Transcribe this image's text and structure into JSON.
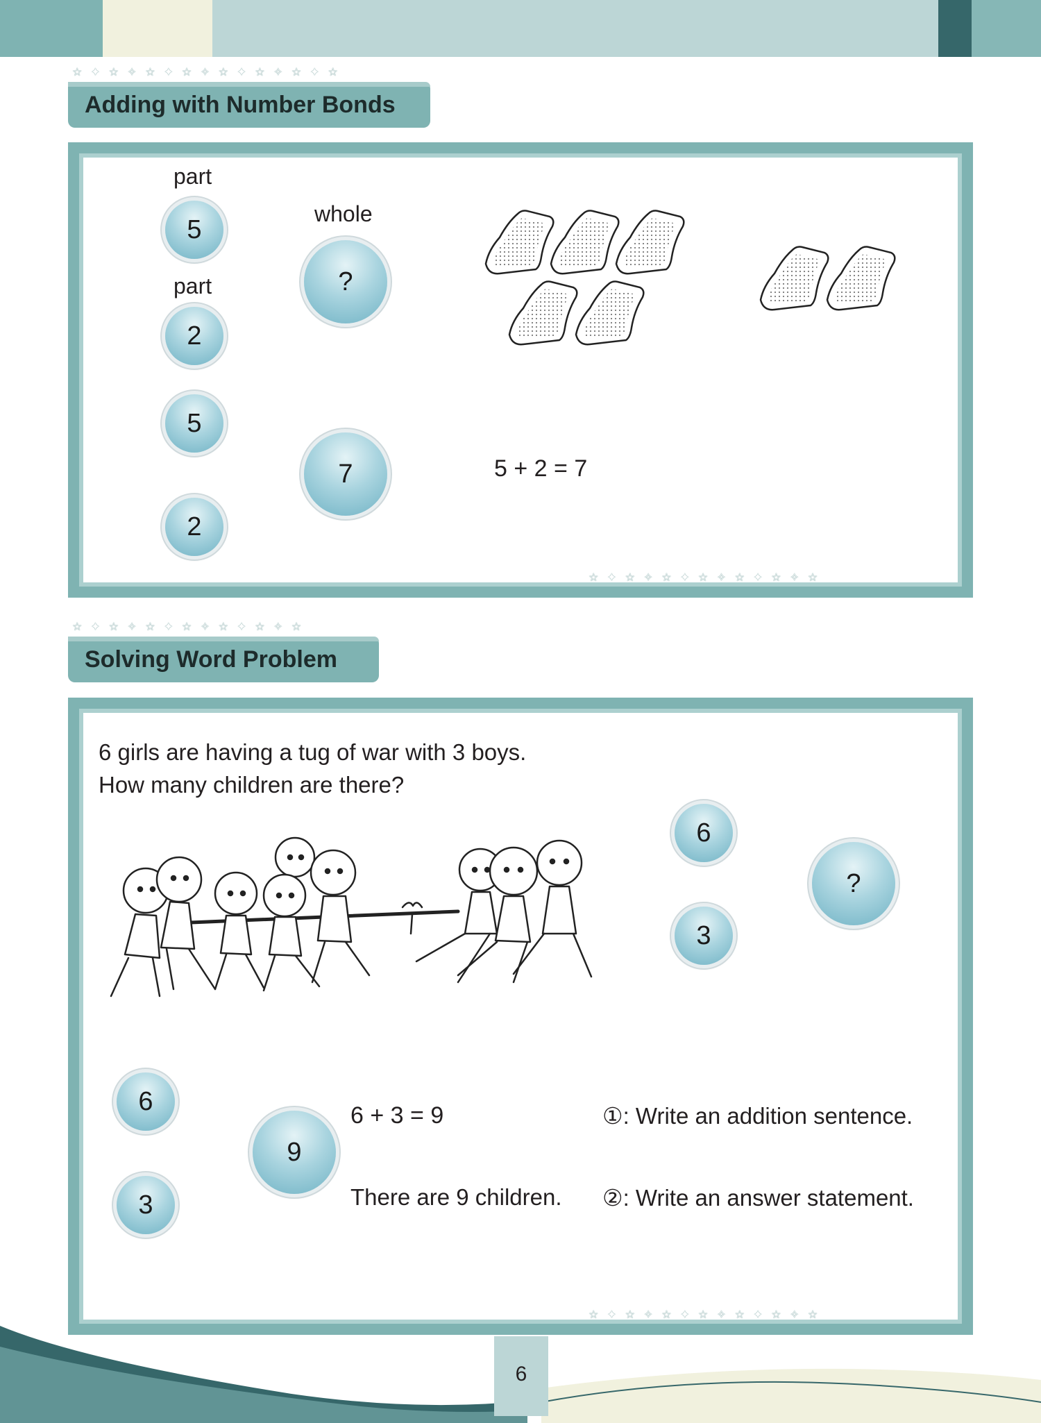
{
  "section1": {
    "title": "Adding with Number Bonds",
    "bond1": {
      "part_label_1": "part",
      "part_label_2": "part",
      "whole_label": "whole",
      "part1": "5",
      "part2": "2",
      "whole": "?"
    },
    "bond2": {
      "part1": "5",
      "part2": "2",
      "whole": "7"
    },
    "equation": "5 + 2 = 7"
  },
  "section2": {
    "title": "Solving Word Problem",
    "problem_line1": "6 girls are having a tug of war with 3 boys.",
    "problem_line2": "How many children are there?",
    "bond1": {
      "part1": "6",
      "part2": "3",
      "whole": "?"
    },
    "bond2": {
      "part1": "6",
      "part2": "3",
      "whole": "9"
    },
    "equation": "6 + 3 = 9",
    "answer": "There are 9 children.",
    "step1": "①: Write an addition sentence.",
    "step2": "②: Write an answer statement."
  },
  "page_number": "6",
  "colors": {
    "teal": "#7fb3b2",
    "light_teal": "#bcd6d6",
    "dark_teal": "#36676a",
    "bubble": "#a9d4df"
  }
}
